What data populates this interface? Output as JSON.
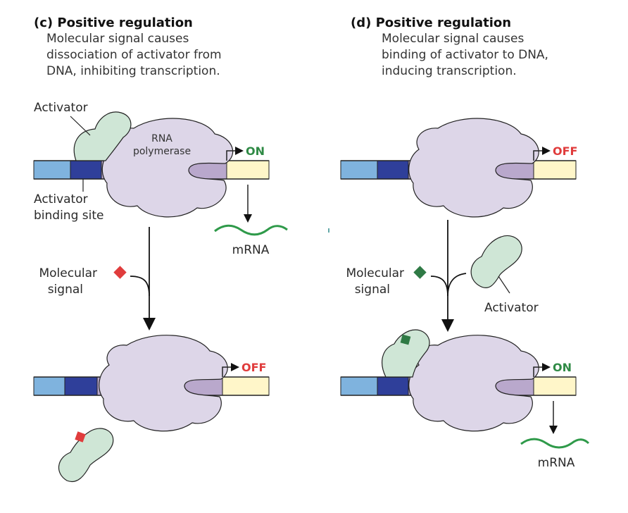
{
  "colors": {
    "seg_light_blue": "#7fb3de",
    "seg_dark_blue": "#2f3f9a",
    "seg_purple": "#b9a8cc",
    "seg_yellow": "#fff6c9",
    "polymerase": "#ddd6e8",
    "activator": "#cfe6d6",
    "signal_c": "#e03c3c",
    "signal_d": "#2f7a45",
    "mrna": "#2f9a4a",
    "on_color": "#2f8a45",
    "off_color": "#e03c3c"
  },
  "panel_c": {
    "title": "(c) Positive regulation",
    "desc": [
      "Molecular signal causes",
      "dissociation of activator from",
      "DNA, inhibiting transcription."
    ],
    "activator_label": "Activator",
    "rna_pol_label_1": "RNA",
    "rna_pol_label_2": "polymerase",
    "state_top": "ON",
    "binding_site_label_1": "Activator",
    "binding_site_label_2": "binding site",
    "mrna_label": "mRNA",
    "signal_label_1": "Molecular",
    "signal_label_2": "signal",
    "state_bottom": "OFF"
  },
  "panel_d": {
    "title": "(d) Positive regulation",
    "desc": [
      "Molecular signal causes",
      "binding of activator to DNA,",
      "inducing transcription."
    ],
    "state_top": "OFF",
    "signal_label_1": "Molecular",
    "signal_label_2": "signal",
    "activator_label": "Activator",
    "state_bottom": "ON",
    "mrna_label": "mRNA"
  }
}
